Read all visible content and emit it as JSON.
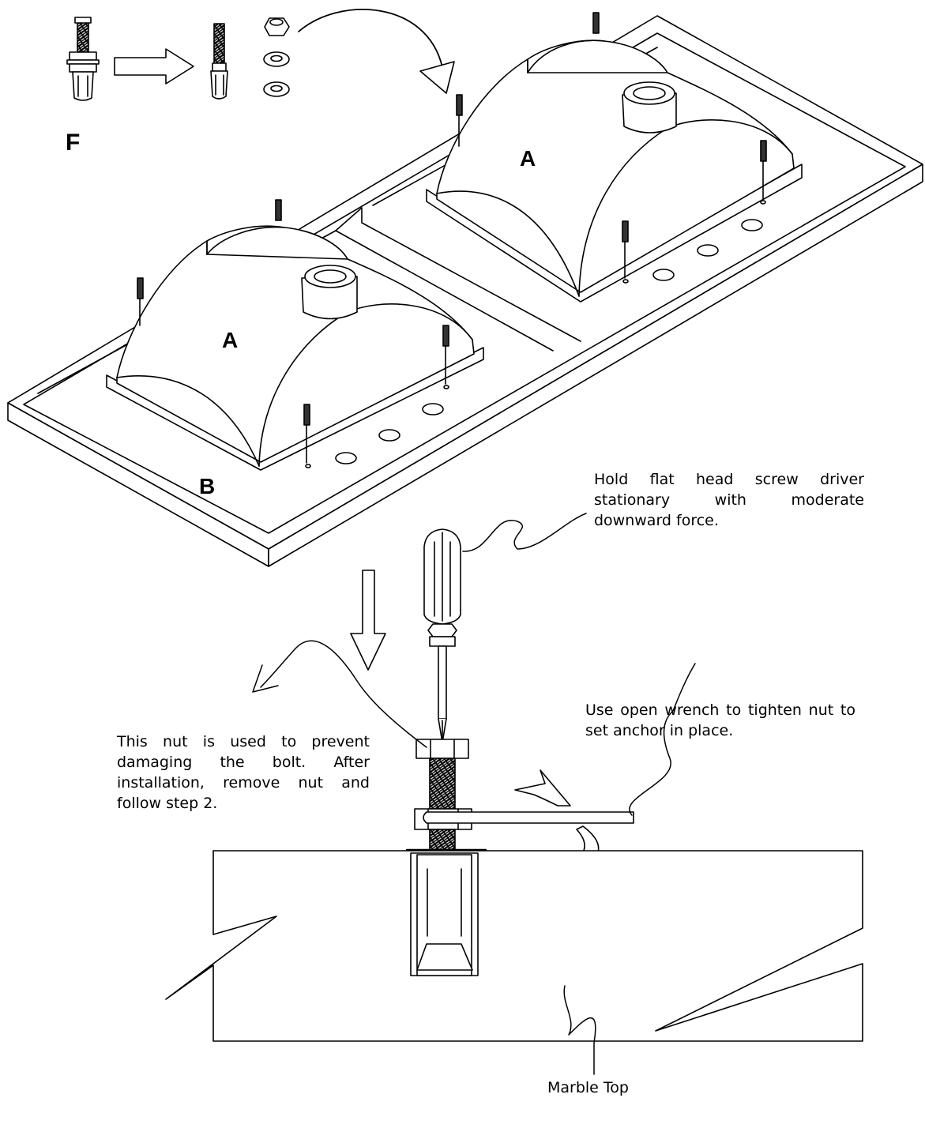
{
  "labels": {
    "f": "F",
    "sink_right": "A",
    "sink_left": "A",
    "countertop": "B"
  },
  "notes": {
    "screwdriver": "Hold flat head screw driver stationary with moderate downward force.",
    "nut": "This nut is used to prevent damaging the bolt. After installation, remove nut and follow step 2.",
    "wrench": "Use open wrench to tighten nut to set anchor in place.",
    "marble": "Marble Top"
  },
  "colors": {
    "line": "#000000",
    "background": "#ffffff",
    "bolt_dark": "#333333"
  }
}
